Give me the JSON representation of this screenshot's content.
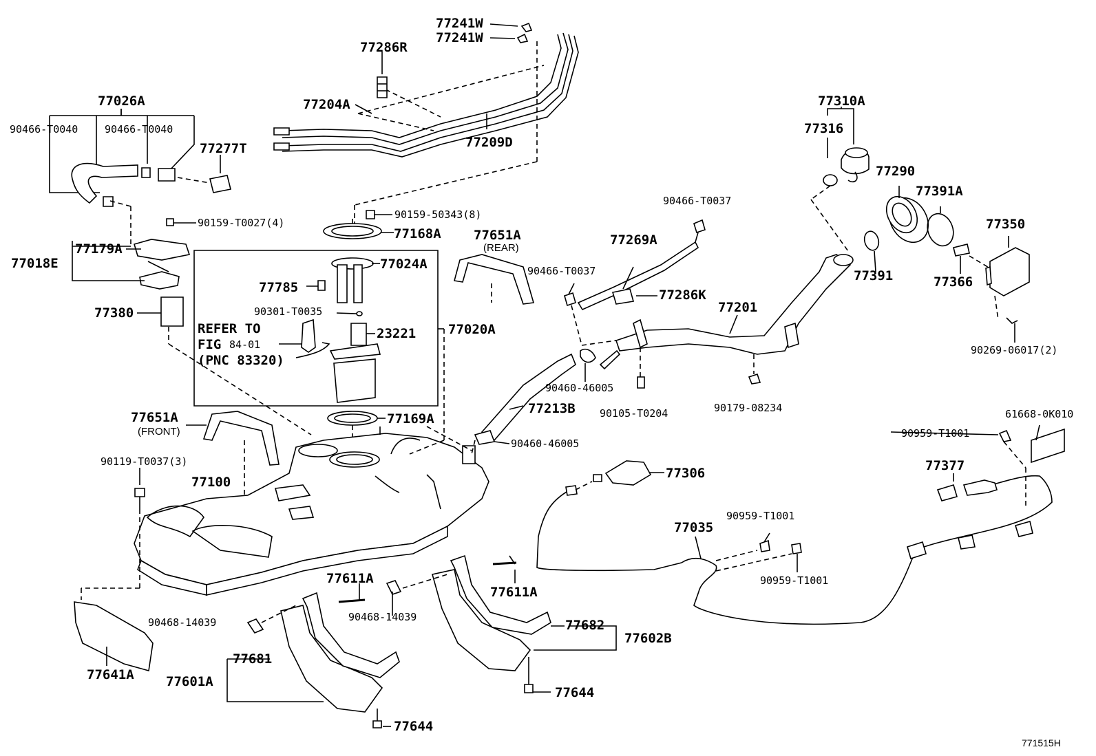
{
  "diagram_id": "771515H",
  "callouts": {
    "p77241W_a": "77241W",
    "p77241W_b": "77241W",
    "p77286R": "77286R",
    "p77204A": "77204A",
    "p77209D": "77209D",
    "p77026A": "77026A",
    "p90466T0040_a": "90466-T0040",
    "p90466T0040_b": "90466-T0040",
    "p77277T": "77277T",
    "p9015950343": "90159-50343(8)",
    "p77168A": "77168A",
    "p90159T0027": "90159-T0027(4)",
    "p77179A": "77179A",
    "p77018E": "77018E",
    "p77024A": "77024A",
    "p77651A_rear": "77651A",
    "p77785": "77785",
    "p90301T0035": "90301-T0035",
    "p23221": "23221",
    "p77020A": "77020A",
    "p77380": "77380",
    "p77169A": "77169A",
    "p77651A_front": "77651A",
    "p90119T0037": "90119-T0037(3)",
    "p77100": "77100",
    "p90466T0037_a": "90466-T0037",
    "p77269A": "77269A",
    "p90466T0037_b": "90466-T0037",
    "p77286K": "77286K",
    "p77201": "77201",
    "p9046046005_a": "90460-46005",
    "p90105T0204": "90105-T0204",
    "p9017908234": "90179-08234",
    "p77213B": "77213B",
    "p9046046005_b": "90460-46005",
    "p77310A": "77310A",
    "p77316": "77316",
    "p77290": "77290",
    "p77391A": "77391A",
    "p77350": "77350",
    "p77391": "77391",
    "p77366": "77366",
    "p9026906017": "90269-06017(2)",
    "p616680K010": "61668-0K010",
    "p90959T1001_a": "90959-T1001",
    "p77377": "77377",
    "p77306": "77306",
    "p77035": "77035",
    "p90959T1001_b": "90959-T1001",
    "p90959T1001_c": "90959-T1001",
    "p77611A_a": "77611A",
    "p77611A_b": "77611A",
    "p9046814039_a": "90468-14039",
    "p9046814039_b": "90468-14039",
    "p77682": "77682",
    "p77602B": "77602B",
    "p77681": "77681",
    "p77601A": "77601A",
    "p77641A": "77641A",
    "p77644_a": "77644",
    "p77644_b": "77644"
  },
  "notes": {
    "rear": "(REAR)",
    "front": "(FRONT)",
    "refer_line1": "REFER TO",
    "refer_fig": "FIG",
    "refer_fignum": "84-01",
    "refer_pnc": "(PNC 83320)"
  }
}
